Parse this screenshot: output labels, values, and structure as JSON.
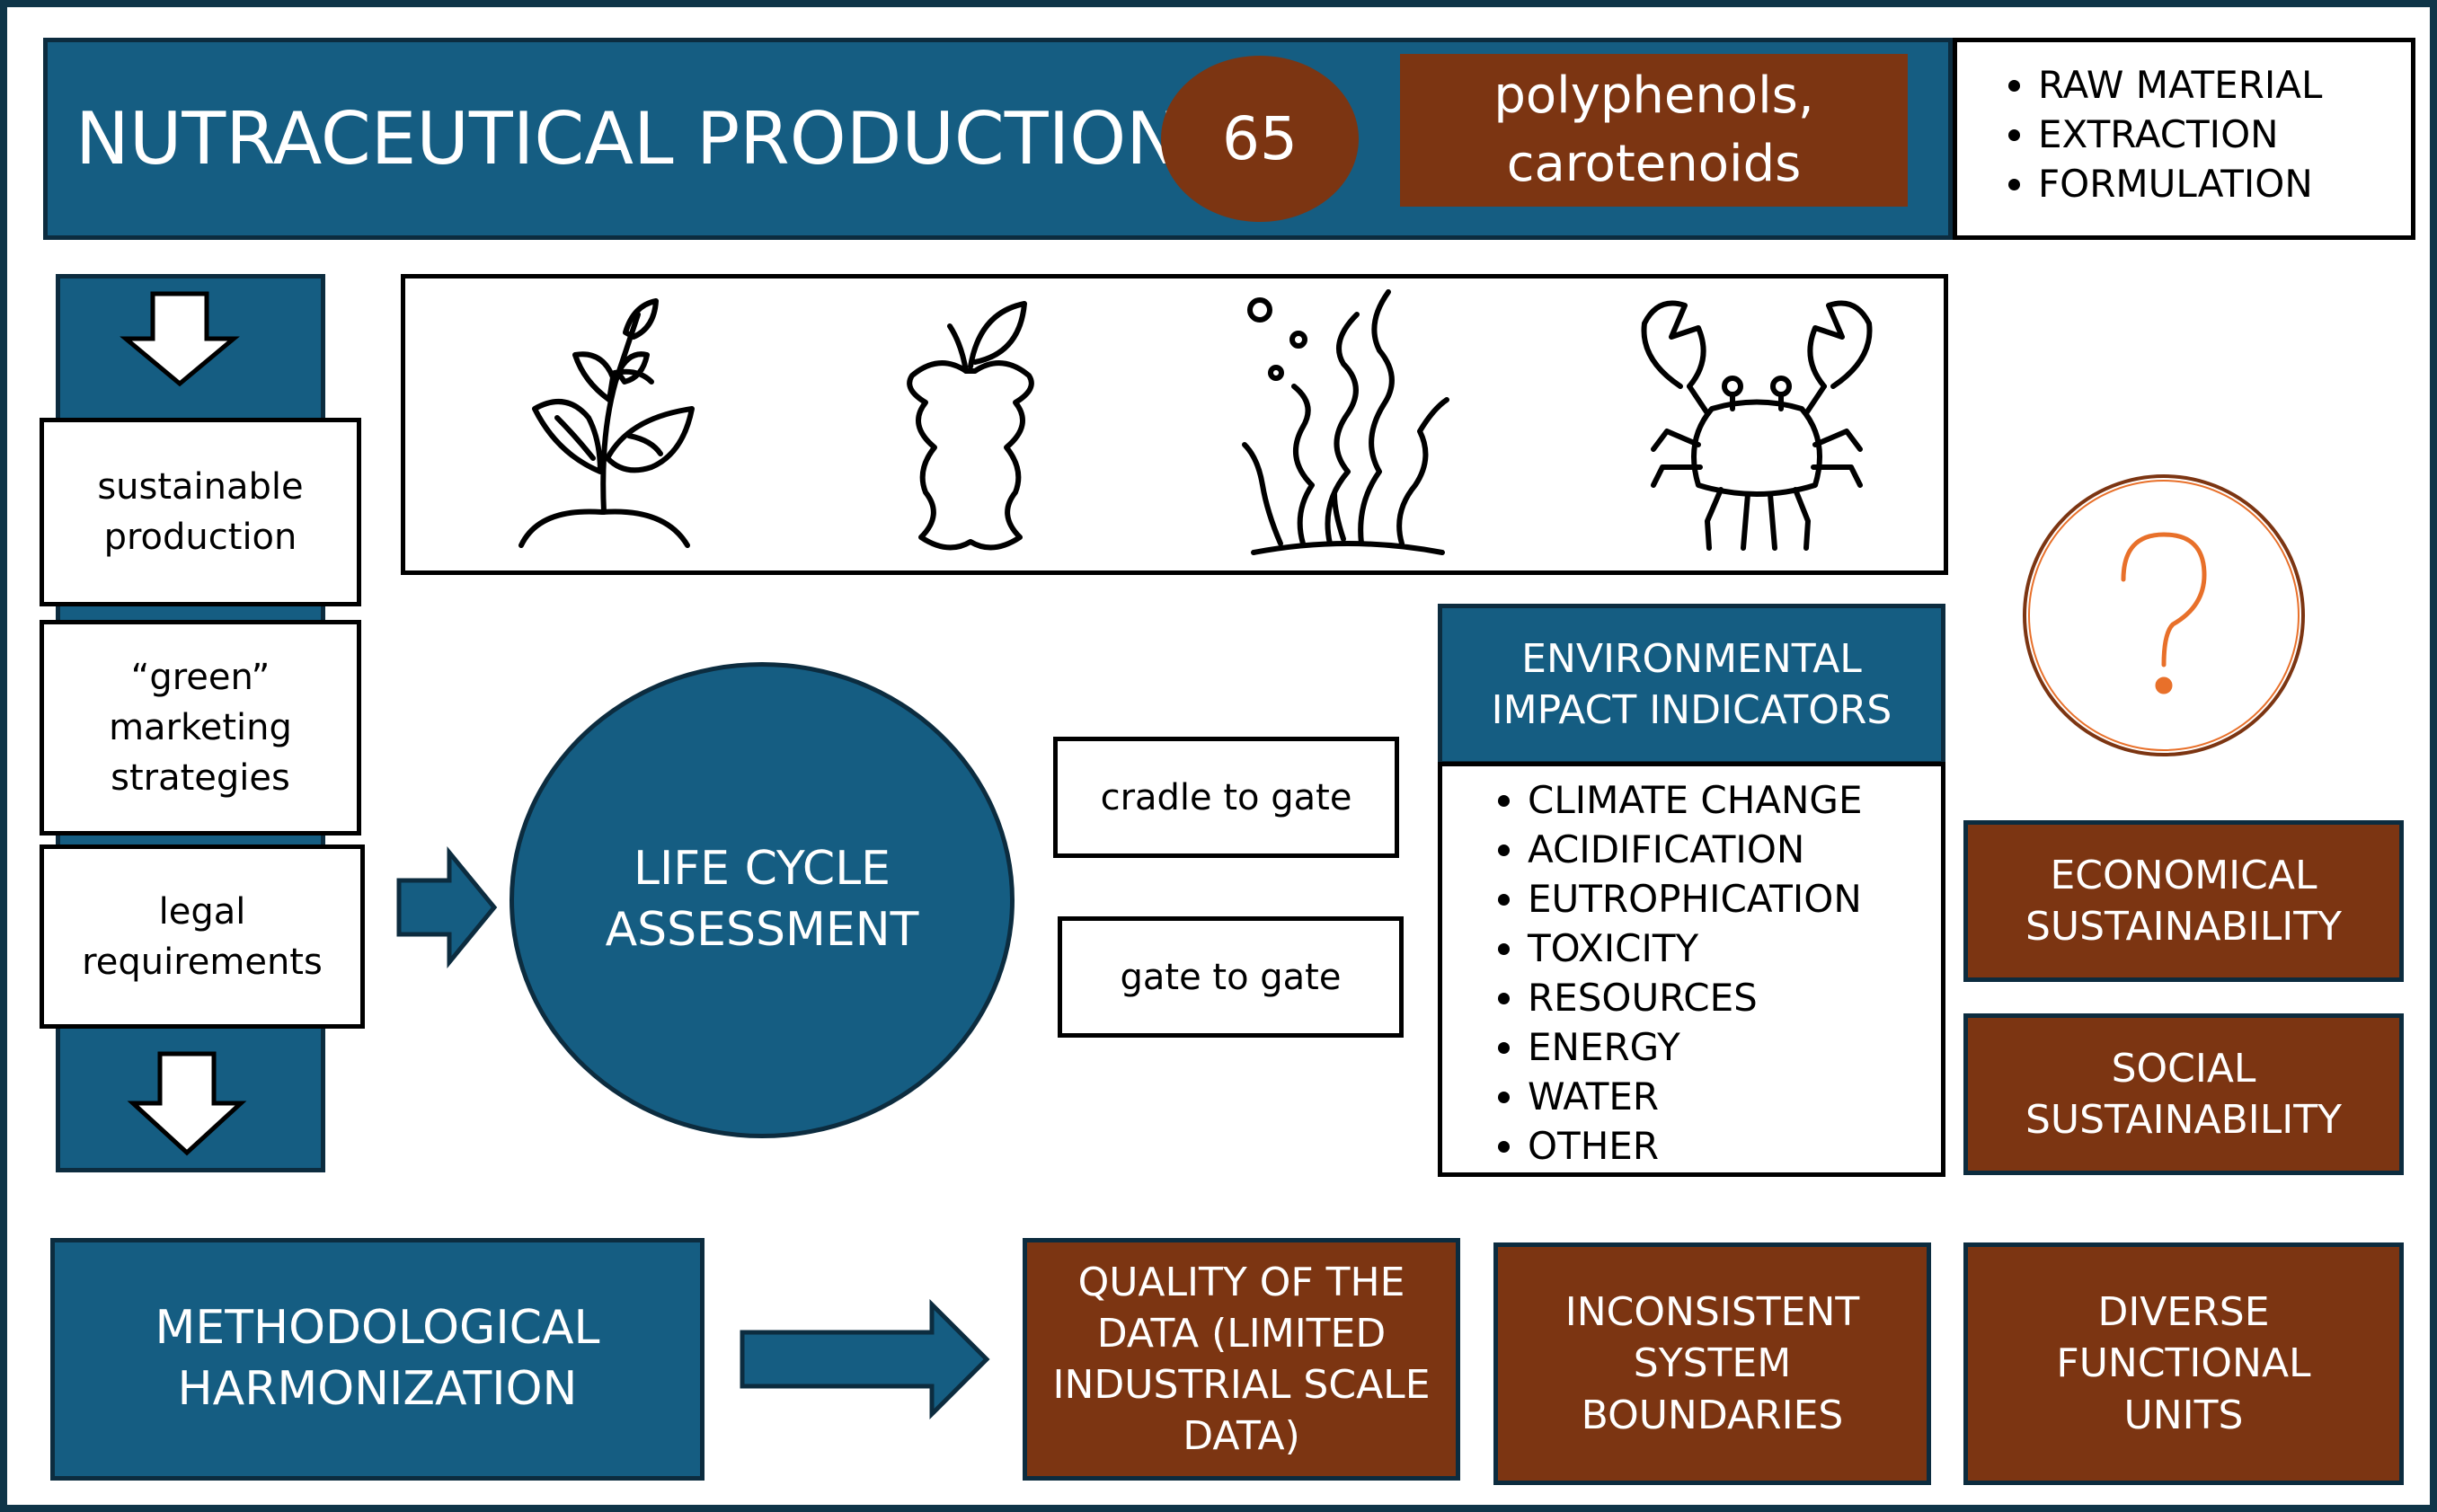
{
  "header": {
    "title": "NUTRACEUTICAL PRODUCTION",
    "count": "65",
    "compounds": "polyphenols,\ncarotenoids",
    "stages": [
      "RAW MATERIAL",
      "EXTRACTION",
      "FORMULATION"
    ]
  },
  "drivers": [
    "sustainable\nproduction",
    "“green”\nmarketing\nstrategies",
    "legal\nrequirements"
  ],
  "sources_icons": [
    "plant-icon",
    "apple-core-icon",
    "seaweed-icon",
    "crab-icon"
  ],
  "lca": {
    "label": "LIFE CYCLE\nASSESSMENT"
  },
  "scopes": [
    "cradle to gate",
    "gate to gate"
  ],
  "impact": {
    "title": "ENVIRONMENTAL\nIMPACT INDICATORS",
    "indicators": [
      "CLIMATE CHANGE",
      "ACIDIFICATION",
      "EUTROPHICATION",
      "TOXICITY",
      "RESOURCES",
      "ENERGY",
      "WATER",
      "OTHER"
    ]
  },
  "question_icon": "question-icon",
  "sustainability": [
    "ECONOMICAL\nSUSTAINABILITY",
    "SOCIAL\nSUSTAINABILITY"
  ],
  "harmonization": {
    "label": "METHODOLOGICAL\nHARMONIZATION",
    "challenges": [
      "QUALITY OF THE\nDATA (LIMITED\nINDUSTRIAL SCALE\nDATA)",
      "INCONSISTENT\nSYSTEM\nBOUNDARIES",
      "DIVERSE\nFUNCTIONAL\nUNITS"
    ]
  },
  "colors": {
    "blue": "#155d82",
    "brown": "#7c3512",
    "border": "#0c2c3f",
    "accent_orange": "#e8702a"
  }
}
